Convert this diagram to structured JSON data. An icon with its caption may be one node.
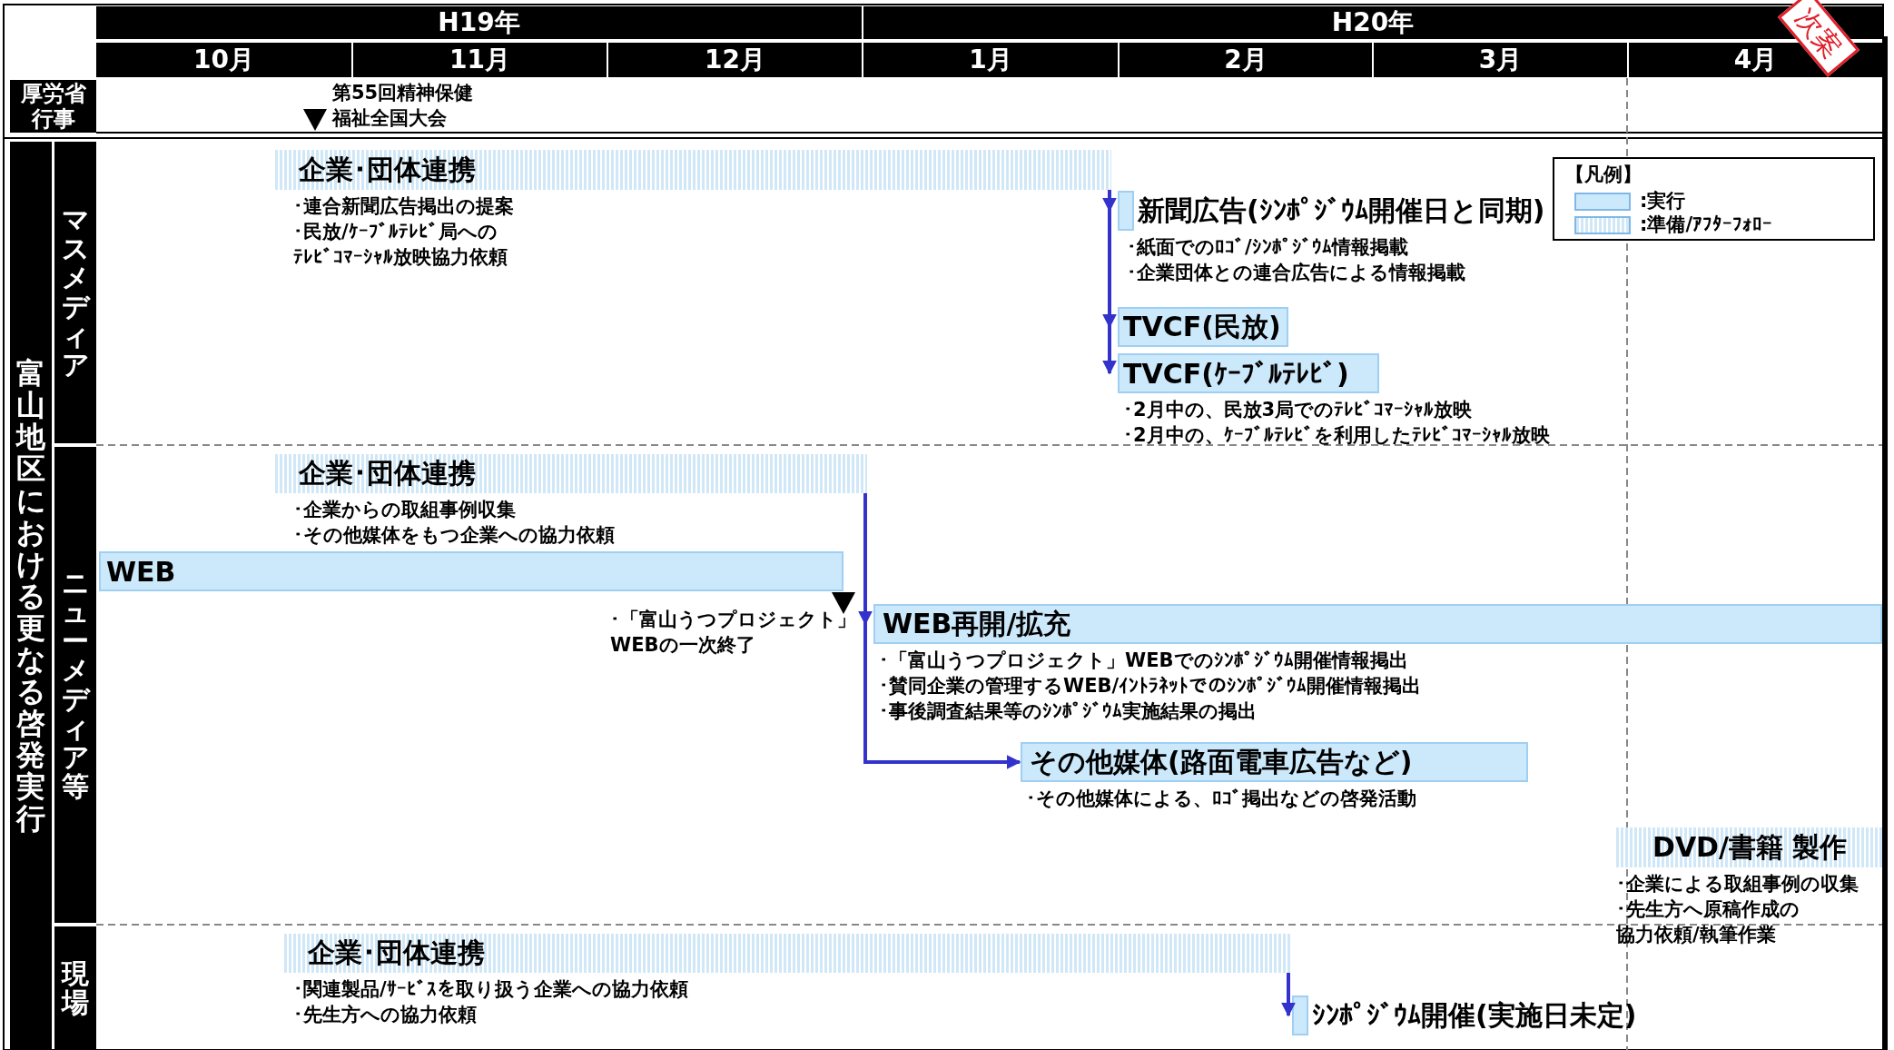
{
  "diagram": {
    "nodes": [
      {
        "text": [
          "H19年"
        ]
      },
      {
        "text": [
          "H20年"
        ]
      },
      {
        "text": [
          "10月"
        ]
      },
      {
        "text": [
          "11月"
        ]
      },
      {
        "text": [
          "12月"
        ]
      },
      {
        "text": [
          "1月"
        ]
      },
      {
        "text": [
          "2月"
        ]
      },
      {
        "text": [
          "3月"
        ]
      },
      {
        "text": [
          "4月"
        ]
      },
      {
        "text": [
          "厚労省行事"
        ]
      },
      {
        "text": [
          "富山地区における更なる啓発実行"
        ]
      },
      {
        "text": [
          "マスメディア"
        ]
      },
      {
        "text": [
          "ニューメディア等"
        ]
      },
      {
        "text": [
          "現場"
        ]
      },
      {
        "text": [
          "企業･団体連携",
          "･連合新聞広告掲出の提案",
          "･民放/ｹｰﾌﾞﾙﾃﾚﾋﾞ局へのﾃﾚﾋﾞｺﾏｰｼｬﾙ放映協力依頼"
        ]
      },
      {
        "text": [
          "新聞広告(ｼﾝﾎﾟｼﾞｳﾑ開催日と同期)",
          "･紙面でのﾛｺﾞ/ｼﾝﾎﾟｼﾞｳﾑ情報掲載",
          "･企業団体との連合広告による情報掲載"
        ]
      },
      {
        "text": [
          "TVCF(民放)"
        ]
      },
      {
        "text": [
          "TVCF(ｹｰﾌﾞﾙﾃﾚﾋﾞ)",
          "･2月中の、民放3局でのﾃﾚﾋﾞｺﾏｰｼｬﾙ放映",
          "･2月中の、ｹｰﾌﾞﾙﾃﾚﾋﾞを利用したﾃﾚﾋﾞｺﾏｰｼｬﾙ放映"
        ]
      },
      {
        "text": [
          "企業･団体連携",
          "･企業からの取組事例収集",
          "･その他媒体をもつ企業への協力依頼"
        ]
      },
      {
        "text": [
          "WEB"
        ]
      },
      {
        "text": [
          "WEB再開/拡充",
          "･「富山うつプロジェクト」WEBでのｼﾝﾎﾟｼﾞｳﾑ開催情報掲出",
          "･賛同企業の管理するWEB/ｲﾝﾄﾗﾈｯﾄでのｼﾝﾎﾟｼﾞｳﾑ開催情報掲出",
          "･事後調査結果等のｼﾝﾎﾟｼﾞｳﾑ実施結果の掲出"
        ]
      },
      {
        "text": [
          "その他媒体(路面電車広告など)",
          "･その他媒体による、ﾛｺﾞ掲出などの啓発活動"
        ]
      },
      {
        "text": [
          "DVD/書籍 製作",
          "･企業による取組事例の収集",
          "･先生方へ原稿作成の協力依頼/執筆作業"
        ]
      },
      {
        "text": [
          "企業･団体連携",
          "･関連製品/ｻｰﾋﾞｽを取り扱う企業への協力依頼",
          "･先生方への協力依頼"
        ]
      },
      {
        "text": [
          "ｼﾝﾎﾟｼﾞｳﾑ開催(実施日未定)"
        ]
      }
    ],
    "edges": [
      {
        "from": 14,
        "to": 15,
        "arrow": "to"
      },
      {
        "from": 14,
        "to": 16,
        "arrow": "to"
      },
      {
        "from": 14,
        "to": 17,
        "arrow": "to"
      },
      {
        "from": 18,
        "to": 20,
        "arrow": "to"
      },
      {
        "from": 18,
        "to": 21,
        "arrow": "to"
      },
      {
        "from": 23,
        "to": 24,
        "arrow": "to"
      }
    ],
    "labels": [
      "第55回精神保健福祉全国大会",
      "･「富山うつプロジェクト」WEBの一次終了",
      "【凡例】",
      "次案"
    ],
    "legend": [
      {
        "text": ":実行",
        "color": "#cce9fb"
      },
      {
        "text": ":準備/ｱﾌﾀｰﾌｫﾛｰ"
      }
    ]
  }
}
